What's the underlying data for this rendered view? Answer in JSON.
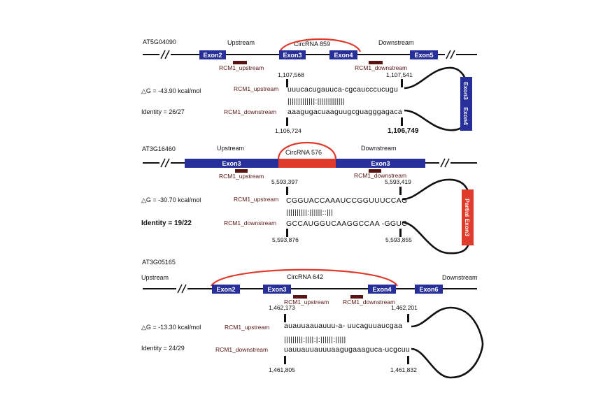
{
  "colors": {
    "exon": "#27309a",
    "circ_arc": "#e03a2c",
    "rcm_mark": "#5a1414",
    "line": "#111111",
    "partial": "#e03a2c"
  },
  "panels": [
    {
      "gene": "AT5G04090",
      "upstream": "Upstream",
      "downstream": "Downstream",
      "circ": "CircRNA 859",
      "exons": [
        "Exon2",
        "Exon3",
        "Exon4",
        "Exon5"
      ],
      "rcm_up": "RCM1_upstream",
      "rcm_down": "RCM1_downstream",
      "dg": "△G = -43.90 kcal/mol",
      "identity": "Identity = 26/27",
      "seq_up": "uuucacugauuca-cgcaucccucugu",
      "seq_down": "aaagugacuaaguugcguagggagaca",
      "pairs": "|||||||||||||:|||||||||||||",
      "c_up_l": "1,107,568",
      "c_up_r": "1,107,541",
      "c_dn_l": "1,106,724",
      "c_dn_r": "1,106,749",
      "loop_labels": [
        "Exon3",
        "Exon4"
      ]
    },
    {
      "gene": "AT3G16460",
      "upstream": "Upstream",
      "downstream": "Downstream",
      "circ": "CircRNA 576",
      "exons": [
        "Exon3",
        "Exon3"
      ],
      "rcm_up": "RCM1_upstream",
      "rcm_down": "RCM1_downstream",
      "dg": "△G = -30.70 kcal/mol",
      "identity": "Identity = 19/22",
      "seq_up": "CGGUACCAAAUCCGGUUUCCAG",
      "seq_down": "GCCAUGGUCAAGGCCAA -GGUC",
      "pairs": "||||||||||:||||||::|||",
      "c_up_l": "5,593,397",
      "c_up_r": "5,593,419",
      "c_dn_l": "5,593,876",
      "c_dn_r": "5,593,855",
      "loop_labels": [
        "Partial Exon3"
      ]
    },
    {
      "gene": "AT3G05165",
      "upstream": "Upstream",
      "downstream": "Downstream",
      "circ": "CircRNA 642",
      "exons": [
        "Exon2",
        "Exon3",
        "Exon4",
        "Exon6"
      ],
      "rcm_up": "RCM1_upstream",
      "rcm_down": "RCM1_downstream",
      "dg": "△G = -13.30 kcal/mol",
      "identity": "Identity = 24/29",
      "seq_up": "auauuaauauuu-a- uucaguuaucgaa",
      "seq_down": "uauuauuauuuaagugaaaguca-ucgcuu",
      "pairs": "|||||||||:||||:|:||||||:|||||",
      "c_up_l": "1,462,173",
      "c_up_r": "1,462,201",
      "c_dn_l": "1,461,805",
      "c_dn_r": "1,461,832",
      "loop_labels": []
    }
  ]
}
